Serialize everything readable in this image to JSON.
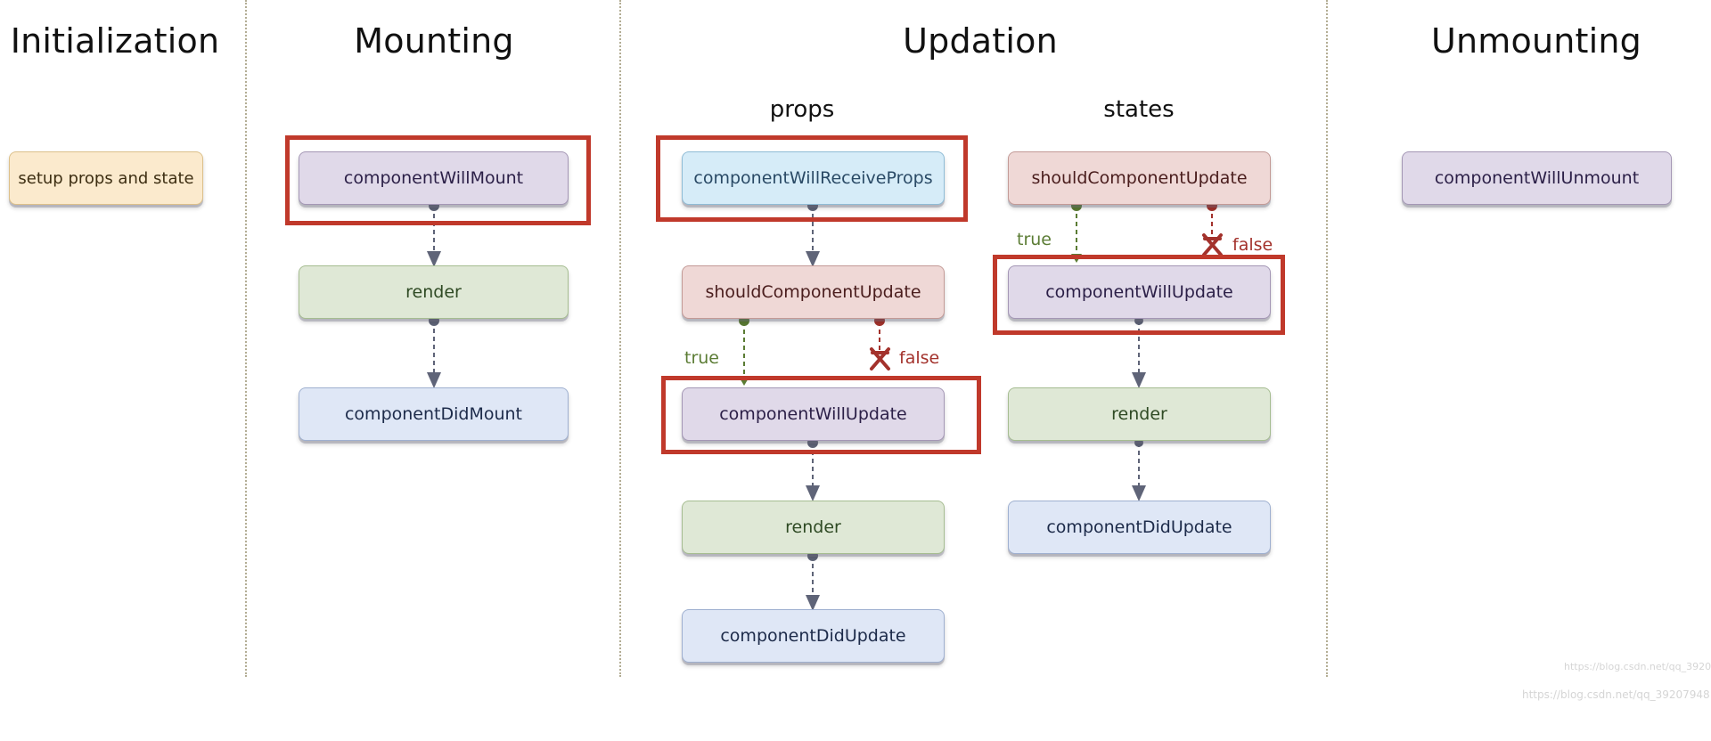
{
  "phases": {
    "initialization": "Initialization",
    "mounting": "Mounting",
    "updation": "Updation",
    "unmounting": "Unmounting"
  },
  "subheads": {
    "props": "props",
    "states": "states"
  },
  "initialization": {
    "setup": "setup props and state"
  },
  "mounting": {
    "will_mount": "componentWillMount",
    "render": "render",
    "did_mount": "componentDidMount"
  },
  "props_flow": {
    "will_receive_props": "componentWillReceiveProps",
    "should_update": "shouldComponentUpdate",
    "will_update": "componentWillUpdate",
    "render": "render",
    "did_update": "componentDidUpdate",
    "true_label": "true",
    "false_label": "false"
  },
  "states_flow": {
    "should_update": "shouldComponentUpdate",
    "will_update": "componentWillUpdate",
    "render": "render",
    "did_update": "componentDidUpdate",
    "true_label": "true",
    "false_label": "false"
  },
  "unmounting": {
    "will_unmount": "componentWillUnmount"
  },
  "watermark": {
    "line1": "https://blog.csdn.net/qq_3920",
    "line2": "https://blog.csdn.net/qq_39207948"
  },
  "colors": {
    "highlight": "#c0392b",
    "true": "#5b7c34",
    "false": "#a3322c",
    "connector": "#5f6478"
  }
}
